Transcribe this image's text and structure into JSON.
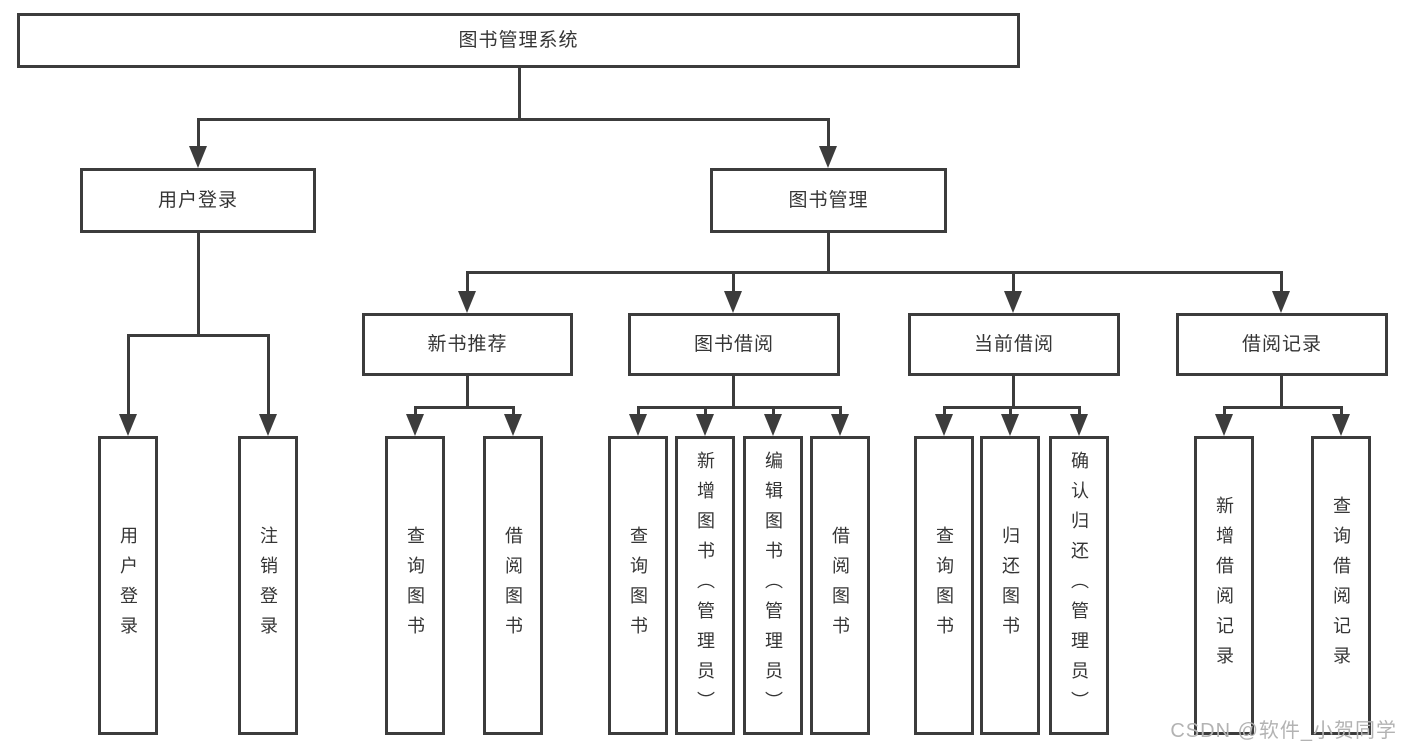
{
  "diagram": {
    "title": "图书管理系统"
  },
  "nodes": {
    "root": {
      "label": "图书管理系统"
    },
    "user_login": {
      "label": "用户登录"
    },
    "book_mgmt": {
      "label": "图书管理"
    },
    "new_book_rec": {
      "label": "新书推荐"
    },
    "book_borrow": {
      "label": "图书借阅"
    },
    "current_borrow": {
      "label": "当前借阅"
    },
    "borrow_records": {
      "label": "借阅记录"
    },
    "leaf_user_login": {
      "label": "用户登录"
    },
    "leaf_logout": {
      "label": "注销登录"
    },
    "leaf_query_book_1": {
      "label": "查询图书"
    },
    "leaf_borrow_book_1": {
      "label": "借阅图书"
    },
    "leaf_query_book_2": {
      "label": "查询图书"
    },
    "leaf_add_book": {
      "label": "新增图书（管理员）"
    },
    "leaf_edit_book": {
      "label": "编辑图书（管理员）"
    },
    "leaf_borrow_book_2": {
      "label": "借阅图书"
    },
    "leaf_query_book_3": {
      "label": "查询图书"
    },
    "leaf_return_book": {
      "label": "归还图书"
    },
    "leaf_confirm_return": {
      "label": "确认归还（管理员）"
    },
    "leaf_add_record": {
      "label": "新增借阅记录"
    },
    "leaf_query_record": {
      "label": "查询借阅记录"
    }
  },
  "watermark": {
    "text": "CSDN @软件_小贺同学"
  },
  "colors": {
    "line": "#3c3c3c",
    "text": "#353535",
    "watermark": "#b3b3b3",
    "background": "#ffffff"
  }
}
